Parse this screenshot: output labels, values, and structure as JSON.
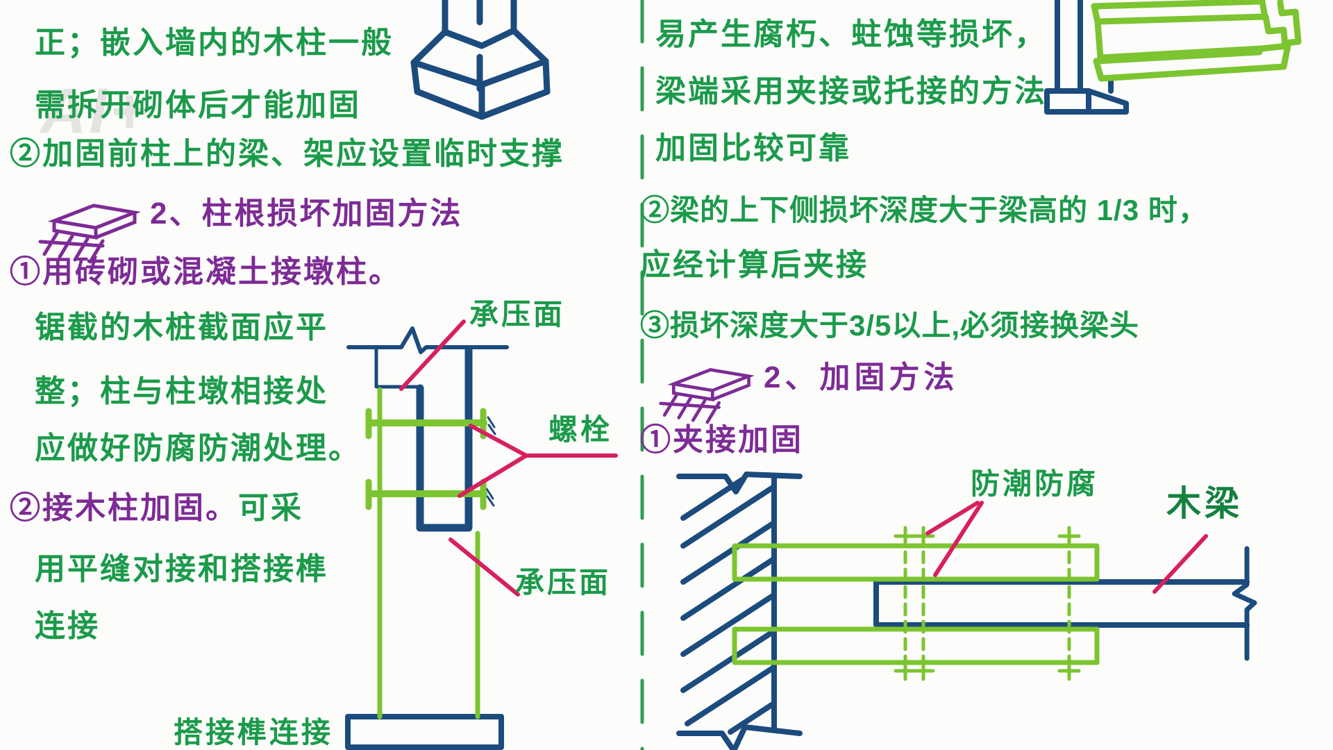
{
  "page": {
    "background": "#fcfcfa",
    "watermark": "AI+",
    "divider_style": "dashed vertical line between two note columns"
  },
  "palette": {
    "text_green": "#1b9a4b",
    "heading_purple": "#7d2b96",
    "drawing_navy": "#1c4b7d",
    "drawing_bright_green": "#7cc430",
    "leader_pink": "#d6205f",
    "divider_green": "#2f9e53"
  },
  "left_column": {
    "l1": "正；嵌入墙内的木柱一般",
    "l2": "需拆开砌体后才能加固",
    "l3": "②加固前柱上的梁、架应设置临时支撑",
    "h1": "2、柱根损坏加固方法",
    "l4": "①用砖砌或混凝土接墩柱。",
    "l5": "锯截的木桩截面应平",
    "l6": "整；柱与柱墩相接处",
    "l7": "应做好防腐防潮处理。",
    "l8a": "②接木柱加固。",
    "l8b": "可采",
    "l9": "用平缝对接和搭接榫",
    "l10": "连接",
    "caption_lap_joint": "搭接榫连接",
    "label_bearing_top": "承压面",
    "label_bolt": "螺栓",
    "label_bearing_bottom": "承压面"
  },
  "right_column": {
    "r1": "易产生腐朽、蛀蚀等损坏，",
    "r2": "梁端采用夹接或托接的方法",
    "r3": "加固比较可靠",
    "r4": "②梁的上下侧损坏深度大于梁高的 1/3 时，",
    "r5": "应经计算后夹接",
    "r6": "③损坏深度大于3/5以上,必须接换梁头",
    "h2": "2、加固方法",
    "r7": "①夹接加固",
    "label_damp_proof": "防潮防腐",
    "label_wood_beam": "木梁"
  },
  "diagrams": {
    "top_left": "masonry pedestal under timber column (axonometric, navy)",
    "top_right": "timber beam on post bracket (axonometric, green beam + navy post)",
    "mid_left": "column lap-splice with bolted green splints; bearing surfaces and bolts labelled",
    "bottom_right": "beam end clamped with green side plates into hatched masonry wall; bolts dashed"
  }
}
